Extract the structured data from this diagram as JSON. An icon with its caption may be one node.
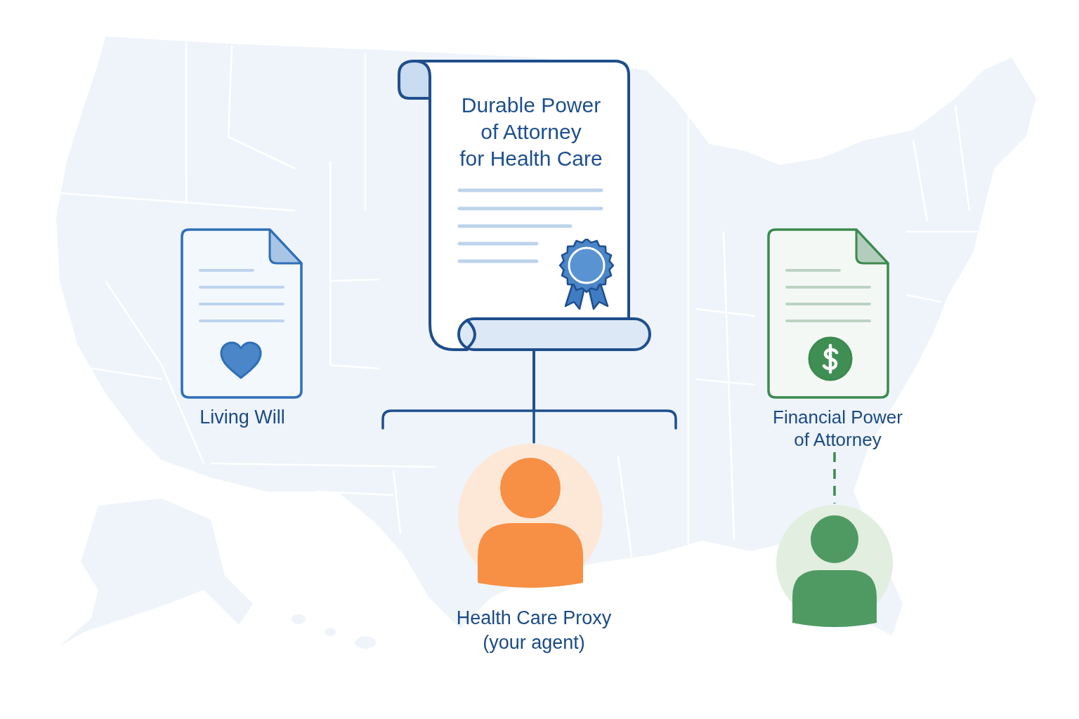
{
  "diagram": {
    "nodes": [
      {
        "text": [
          "Durable Power of Attorney for Health Care"
        ]
      },
      {
        "text": [
          "Living Will"
        ]
      },
      {
        "text": [
          "Financial Power of Attorney"
        ]
      },
      {
        "text": [
          "Health Care Proxy (your agent)"
        ]
      },
      {
        "text": [],
        "shape": "person"
      }
    ],
    "edges": [
      {
        "from": 0,
        "to": 3,
        "arrow": "none"
      },
      {
        "from": 0,
        "to": null,
        "arrow": "none"
      },
      {
        "from": 0,
        "to": null,
        "arrow": "none"
      },
      {
        "from": 2,
        "to": 4,
        "arrow": "none",
        "style": "dashed",
        "color": "#3b8a4e"
      }
    ]
  }
}
